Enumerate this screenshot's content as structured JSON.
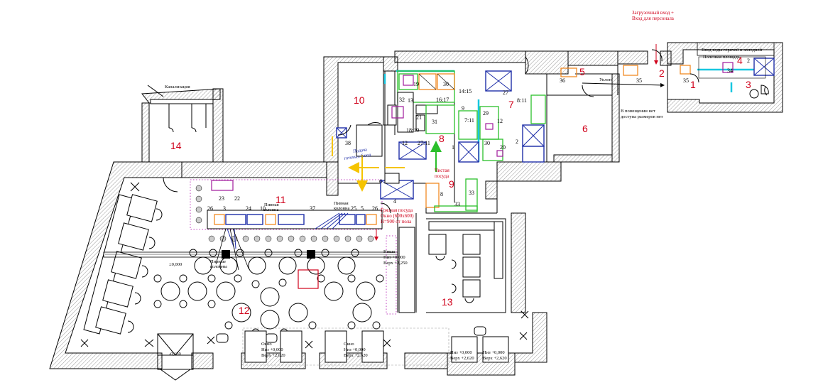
{
  "rooms": [
    {
      "id": "room-1",
      "label": "1"
    },
    {
      "id": "room-2",
      "label": "2"
    },
    {
      "id": "room-3",
      "label": "3"
    },
    {
      "id": "room-4",
      "label": "4"
    },
    {
      "id": "room-5",
      "label": "5"
    },
    {
      "id": "room-6",
      "label": "6"
    },
    {
      "id": "room-7",
      "label": "7"
    },
    {
      "id": "room-8",
      "label": "8"
    },
    {
      "id": "room-9",
      "label": "9"
    },
    {
      "id": "room-10",
      "label": "10"
    },
    {
      "id": "room-11",
      "label": "11"
    },
    {
      "id": "room-12",
      "label": "12"
    },
    {
      "id": "room-13",
      "label": "13"
    },
    {
      "id": "room-14",
      "label": "14"
    }
  ],
  "notes": {
    "loading_entry": "Загрузочный вход +",
    "staff_entry": "Вход для персонала",
    "water_inlet": "Ввод воды горячей и холодной",
    "usable_area": "Полезная площадь",
    "slope": "Уклон",
    "no_sizes_1": "В помещении нет",
    "no_sizes_2": "доступа размеров нет",
    "sewage": "Канализация",
    "serving_1": "Подача",
    "serving_2": "готовых блюд",
    "clean_dishes_1": "Чистая",
    "clean_dishes_2": "посуда",
    "dirty_dishes_1": "Грязная посуда",
    "dirty_dishes_2": "Окно (600х600)",
    "dirty_dishes_3": "Н=900 от пола",
    "beer_column_1": "Пивная",
    "beer_column_2": "колонна",
    "beer_column_3": "Пивная",
    "beer_column_4": "колонна",
    "beer_column_5": "Пивные",
    "beer_column_6": "колонны",
    "level_zero": "±0,000",
    "level_entry": "-0,150",
    "niche_1": "Ниша",
    "niche_2": "Низ +0,000",
    "niche_3": "Верх +2,250",
    "window_a1": "Окно",
    "window_a2": "Низ +0,000",
    "window_a3": "Верх +2,620",
    "window_b1": "Окно",
    "window_b2": "Низ +0,000",
    "window_b3": "Верх +2,620",
    "window_c1": "Низ +0,000",
    "window_c2": "Верх +2,620",
    "window_d1": "Низ +0,000",
    "window_d2": "Верх +2,620"
  },
  "equipment_labels": {
    "e14_15": "14:15",
    "e16_17": "16:17",
    "e27a": "27",
    "e30a": "30",
    "e19": "19",
    "e32": "32",
    "e13": "13",
    "e21": "21",
    "e31": "31",
    "e18_19": "18:19",
    "e9": "9",
    "e29": "29",
    "e7_11": "7:11",
    "e12a": "12",
    "e30b": "30",
    "e20": "20",
    "e1a": "1",
    "e8_11": "8:11",
    "e2a": "2",
    "e12b": "12",
    "e27_11": "27:11",
    "e38": "38",
    "e6": "6",
    "e4": "4",
    "e8b": "8",
    "e33a": "33",
    "e33b": "33",
    "e23": "23",
    "e22": "22",
    "e26a": "26",
    "e3a": "3",
    "e24": "24",
    "e10": "10",
    "e37": "37",
    "e25": "25",
    "e5a": "5",
    "e26b": "26",
    "e36": "36",
    "e35a": "35",
    "e35b": "35",
    "e34": "34",
    "e2b": "2"
  },
  "colors": {
    "room_number": "#d0021b",
    "kitchen_equipment": "#1f2fa8",
    "refrigeration": "#2bbf2b",
    "sinks": "#f08a24",
    "electrical": "#a0199b",
    "water_line": "#18c7e0",
    "flow_arrow": "#f5c400"
  }
}
